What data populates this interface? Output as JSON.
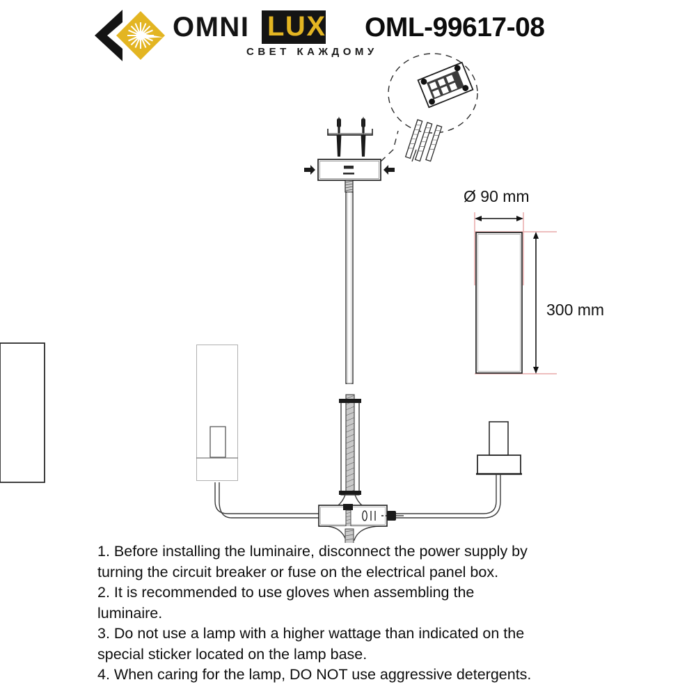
{
  "header": {
    "brand": {
      "name_part1": "OMNI",
      "name_part2": "LUX",
      "tagline": "СВЕТ КАЖДОМУ",
      "mark_icon": "omnilux-sun-diamond-logo-icon",
      "chevron_icon": "chevron-left-icon",
      "sun_icon": "sun-burst-icon",
      "gold_color": "#E3B522",
      "black_color": "#141414"
    },
    "product_code": "OML-99617-08"
  },
  "drawing": {
    "title": "pendant-luminaire-assembly-diagram",
    "dimensions": {
      "diameter_label": "Ø 90 mm",
      "height_label": "300 mm",
      "extension_line_color": "#E9A8A8",
      "arrow_color": "#111111"
    },
    "parts": {
      "mounting_bracket": "mounting-bracket",
      "ceiling_canopy": "ceiling-canopy-box",
      "wall_anchors": "wall-anchor-screws",
      "suspension_rod": "suspension-rod",
      "threaded_rod": "threaded-rod",
      "center_hub": "center-hub-junction",
      "left_arm": "left-arm-tube",
      "right_arm": "right-arm-tube",
      "left_shade": "left-cylinder-shade",
      "right_shade": "right-cylinder-shade",
      "lamp_holder": "lamp-holder-socket",
      "callout_circle": "detail-callout-circle",
      "terminal_block": "terminal-block-connector",
      "screw_set": "screw-set"
    }
  },
  "instructions": [
    {
      "id": "instruction-1",
      "lines": [
        "1. Before installing the luminaire, disconnect the power supply by",
        "turning the circuit breaker or fuse on the electrical panel box."
      ]
    },
    {
      "id": "instruction-2",
      "lines": [
        "2. It is recommended to use gloves when assembling the",
        "luminaire."
      ]
    },
    {
      "id": "instruction-3",
      "lines": [
        "3. Do not use a lamp with a higher wattage than indicated on the",
        "special sticker located on the lamp base."
      ]
    },
    {
      "id": "instruction-4",
      "lines": [
        "4. When caring for the lamp, DO NOT use aggressive detergents."
      ]
    }
  ]
}
